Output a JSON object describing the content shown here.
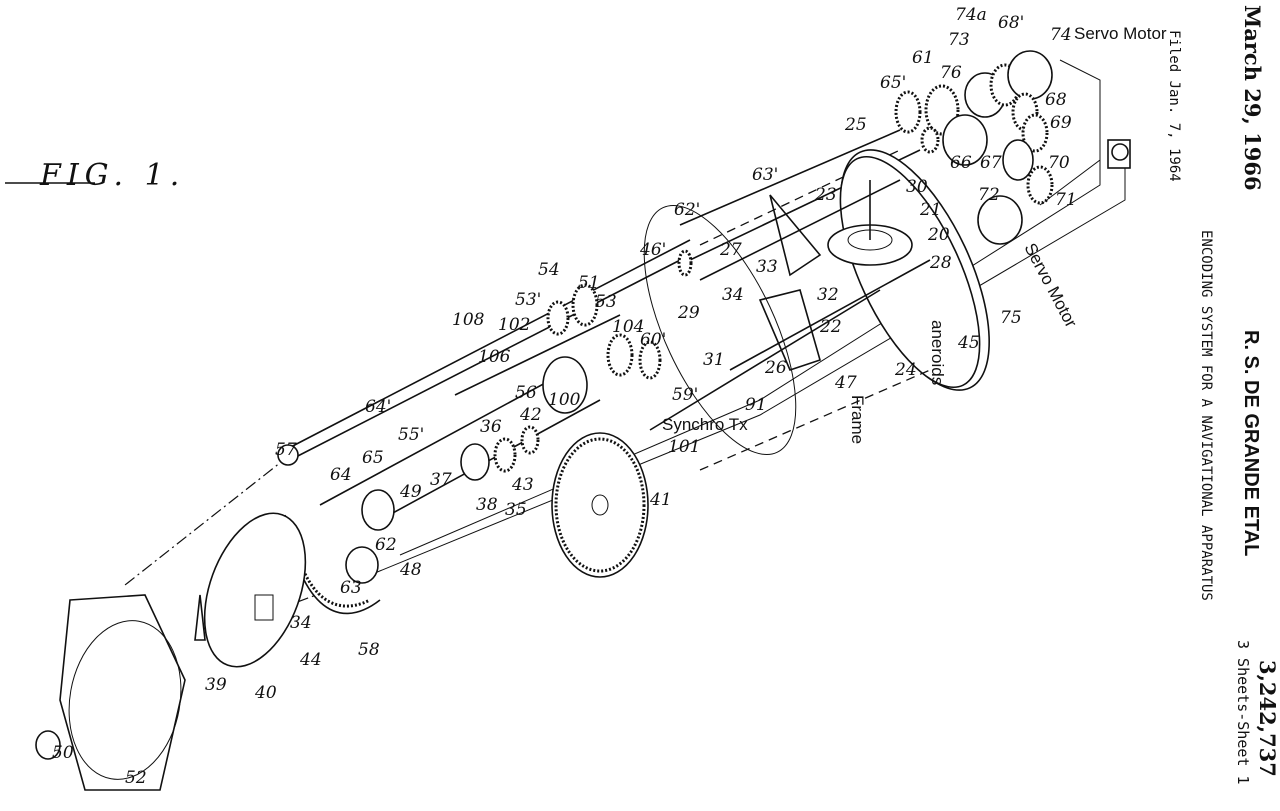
{
  "header": {
    "date": "March 29, 1966",
    "inventor": "R. S. DE GRANDE ETAL",
    "patent_number": "3,242,737",
    "filed": "Filed Jan. 7, 1964",
    "title": "ENCODING SYSTEM FOR A NAVIGATIONAL APPARATUS",
    "sheets": "3 Sheets-Sheet 1"
  },
  "figure_label": "FIG. 1.",
  "annotations": {
    "servo_motor_top": "Servo Motor",
    "servo_motor_side": "Servo Motor",
    "aneroids": "aneroids",
    "frame": "Frame",
    "synchro_tx": "Synchro Tx"
  },
  "reference_numerals": {
    "n74a": "74a",
    "n68p": "68'",
    "n74": "74",
    "n73": "73",
    "n61": "61",
    "n76": "76",
    "n65p": "65'",
    "n68": "68",
    "n69": "69",
    "n25": "25",
    "n66": "66",
    "n67": "67",
    "n70": "70",
    "n63p": "63'",
    "n30": "30",
    "n23": "23",
    "n72": "72",
    "n71": "71",
    "n21": "21",
    "n62p": "62'",
    "n20": "20",
    "n46p": "46'",
    "n27": "27",
    "n33": "33",
    "n28": "28",
    "n54": "54",
    "n51": "51",
    "n34a": "34",
    "n32": "32",
    "n53p": "53'",
    "n53": "53",
    "n108": "108",
    "n102": "102",
    "n104": "104",
    "n29": "29",
    "n60p": "60'",
    "n22": "22",
    "n106": "106",
    "n31": "31",
    "n26": "26",
    "n24": "24",
    "n45": "45",
    "n75": "75",
    "n100": "100",
    "n56": "56",
    "n42": "42",
    "n59p": "59'",
    "n91": "91",
    "n47": "47",
    "n64p": "64'",
    "n55p": "55'",
    "n36": "36",
    "n101": "101",
    "n37": "37",
    "n57": "57",
    "n43": "43",
    "n38": "38",
    "n35": "35",
    "n64": "64",
    "n65": "65",
    "n49": "49",
    "n41": "41",
    "n62": "62",
    "n63": "63",
    "n48": "48",
    "n34b": "34",
    "n58": "58",
    "n44": "44",
    "n39": "39",
    "n40": "40",
    "n50": "50",
    "n52": "52"
  }
}
